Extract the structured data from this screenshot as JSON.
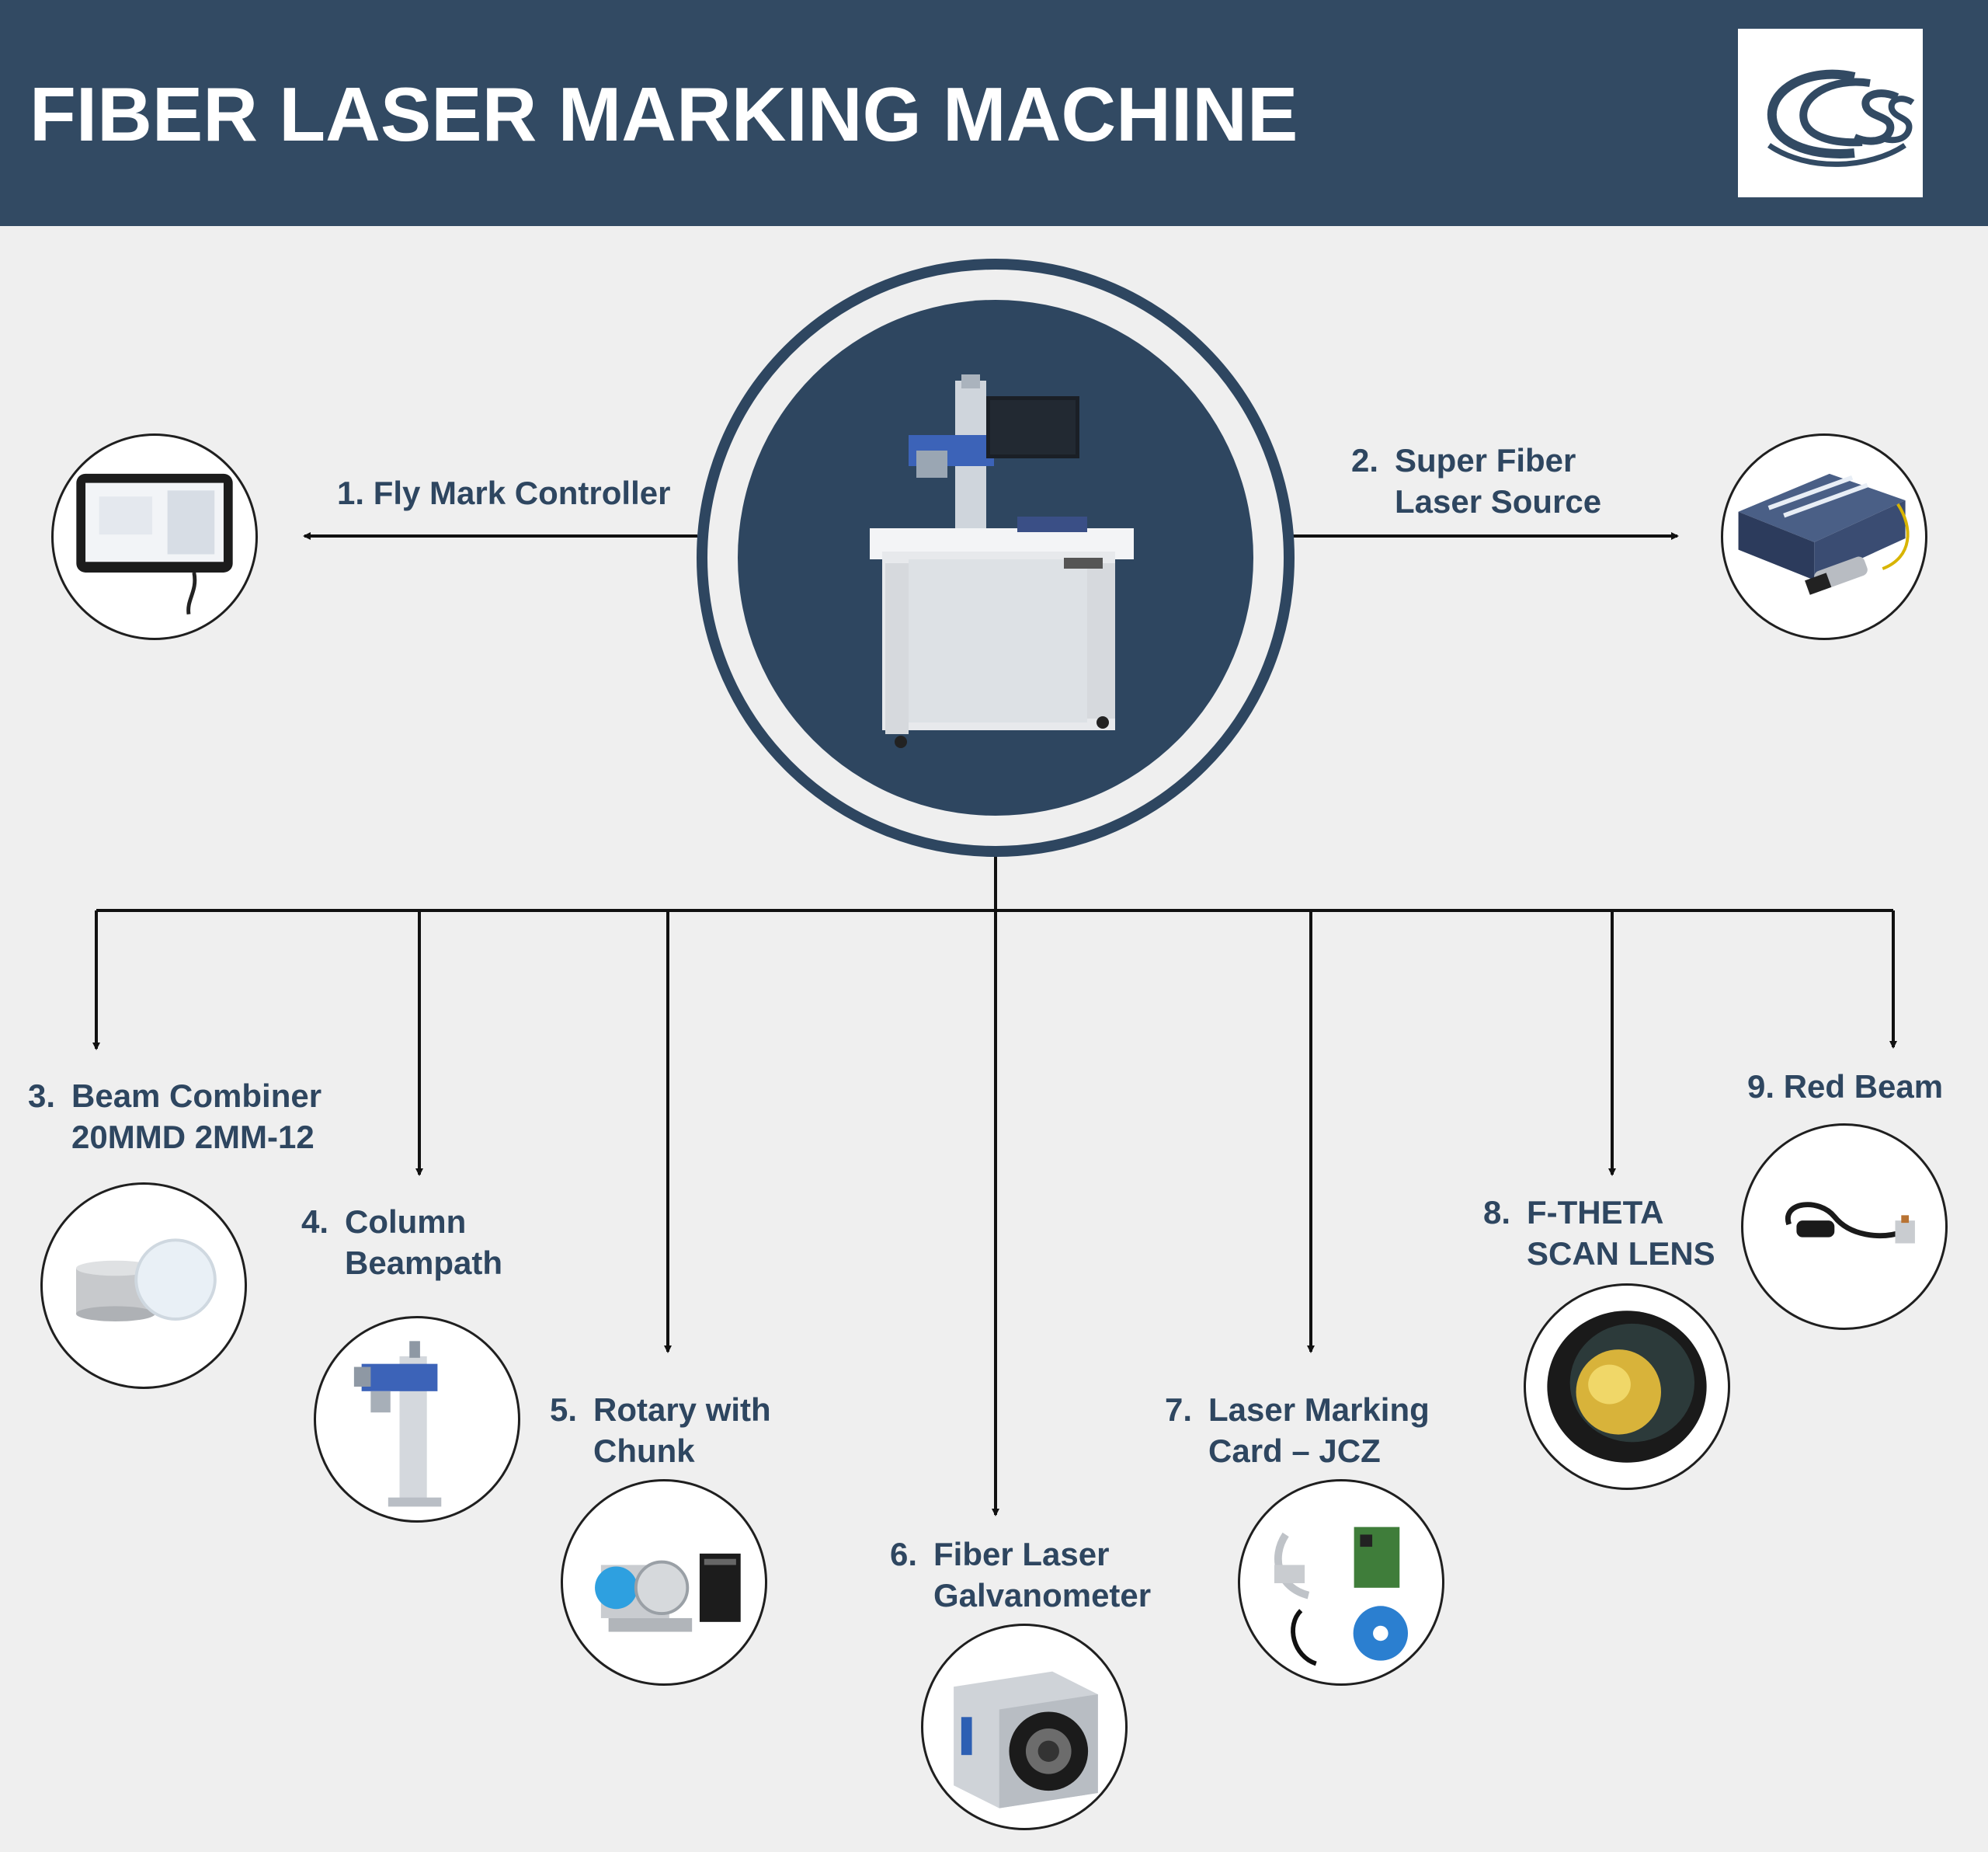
{
  "header": {
    "title": "FIBER LASER MARKING MACHINE",
    "logo_icon": "css-logo-icon"
  },
  "center": {
    "icon": "laser-marking-machine-icon"
  },
  "components": [
    {
      "num": "1.",
      "lines": [
        "Fly Mark Controller"
      ],
      "icon": "touchscreen-controller-icon"
    },
    {
      "num": "2.",
      "lines": [
        "Super Fiber",
        "Laser Source"
      ],
      "icon": "laser-source-icon"
    },
    {
      "num": "3.",
      "lines": [
        "Beam Combiner",
        "20MMD 2MM-12"
      ],
      "icon": "beam-combiner-icon"
    },
    {
      "num": "4.",
      "lines": [
        "Column",
        "Beampath"
      ],
      "icon": "column-beampath-icon"
    },
    {
      "num": "5.",
      "lines": [
        "Rotary with",
        "Chunk"
      ],
      "icon": "rotary-chuck-icon"
    },
    {
      "num": "6.",
      "lines": [
        "Fiber Laser",
        "Galvanometer"
      ],
      "icon": "galvanometer-icon"
    },
    {
      "num": "7.",
      "lines": [
        "Laser Marking",
        "Card – JCZ"
      ],
      "icon": "marking-card-icon"
    },
    {
      "num": "8.",
      "lines": [
        "F-THETA",
        "SCAN LENS"
      ],
      "icon": "scan-lens-icon"
    },
    {
      "num": "9.",
      "lines": [
        "Red Beam"
      ],
      "icon": "red-beam-icon"
    }
  ],
  "colors": {
    "header_bg": "#324a63",
    "center_circle": "#2e4660",
    "label_text": "#2e4660",
    "page_bg": "#efefef"
  }
}
